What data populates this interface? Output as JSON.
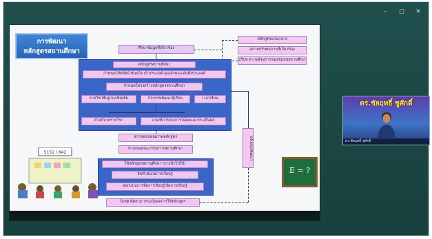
{
  "window": {
    "controls": {
      "minimize": "–",
      "maximize": "◻",
      "close": "✕"
    }
  },
  "slide": {
    "title_line1": "การพัฒนา",
    "title_line2": "หลักสูตรสถานศึกษา",
    "top_box": "ศึกษาข้อมูลที่เกี่ยวข้อง",
    "right_boxes": [
      "หลักสูตรแกนกลาง",
      "สภาพบริบทสถานที่เกี่ยวข้อง",
      "บริบท ความต้องการของชุมชนสถานศึกษา"
    ],
    "panel_header": "หลักสูตรสถานศึกษา",
    "panel_row1": "กำหนดวิสัยทัศน์ พันธกิจ เป้าประสงค์ คุณลักษณะอันพึงประสงค์",
    "panel_row2": "กำหนดโครงสร้างหลักสูตรสถานศึกษา",
    "panel_row3": [
      "รายวิชาพื้นฐาน/เพิ่มเติม",
      "กิจกรรมพัฒนาผู้เรียน",
      "เวลาเรียน"
    ],
    "panel_row4": [
      "คำอธิบายรายวิชา",
      "เกณฑ์การจบ/การวัดผลและประเมินผล"
    ],
    "mid_boxes": [
      "ตรวจสอบคุณภาพหลักสูตร",
      "นำเสนอคณะกรรมการสถานศึกษา"
    ],
    "lower_panel_header": "ใช้หลักสูตรสถานศึกษา (การนำไปใช้)",
    "lower_panel_rows": [
      "จัดทำหน่วยการเรียนรู้",
      "ออกแบบการจัดการเรียนรู้/จัดการเรียนรู้"
    ],
    "bottom_box": "นิเทศ ติดตาม ประเมินผลการใช้หลักสูตร",
    "side_box": "ปรับปรุง/พัฒนา",
    "board_text": "E = ?",
    "desk_label": "5151 / 842"
  },
  "webcam": {
    "banner": "ดร.ชัยฤทธิ์ ชูศักดิ์",
    "name": "ดร.ชัยฤทธิ์ ชูศักดิ์"
  },
  "colors": {
    "window_bg": "#1d4a47",
    "panel_blue": "#3a66c9",
    "pink": "#f0c7ee",
    "title_blue": "#3f84d6"
  }
}
